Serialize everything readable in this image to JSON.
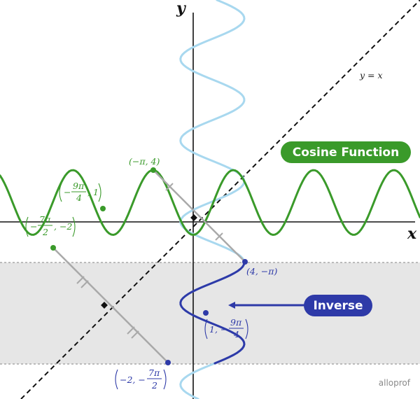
{
  "axes": {
    "x_label": "x",
    "y_label": "y"
  },
  "identity_label": "y = x",
  "badges": {
    "cosine": {
      "label": "Cosine Function",
      "color": "#3a9a2a"
    },
    "inverse": {
      "label": "Inverse",
      "color": "#2e3aa8"
    }
  },
  "colors": {
    "cosine_curve": "#3a9a2a",
    "inverse_curve_full": "#a8d8ef",
    "inverse_curve_restricted": "#2e3aa8",
    "shaded_band": "#e6e6e6",
    "perpendicular_segments": "#a9a9a9",
    "axes": "#111111"
  },
  "points": {
    "cos_p1": "(−7π/2, −2)",
    "cos_p2": "(−9π/4, 1)",
    "cos_p3": "(−π, 4)",
    "inv_p1": "(4, −π)",
    "inv_p2": "(1, −9π/4)",
    "inv_p3": "(−2, −7π/2)"
  },
  "labels": {
    "cos_p1": {
      "pre": "(−",
      "num": "7π",
      "den": "2",
      "post": ", −2)"
    },
    "cos_p2": {
      "pre": "(−",
      "num": "9π",
      "den": "4",
      "post": ", 1)"
    },
    "cos_p3": {
      "text": "(−π, 4)"
    },
    "inv_p1": {
      "text": "(4, −π)"
    },
    "inv_p2": {
      "pre": "(1, −",
      "num": "9π",
      "den": "4",
      "post": ")"
    },
    "inv_p3": {
      "pre": "(−2, −",
      "num": "7π",
      "den": "2",
      "post": ")"
    }
  },
  "brand": "alloprof"
}
